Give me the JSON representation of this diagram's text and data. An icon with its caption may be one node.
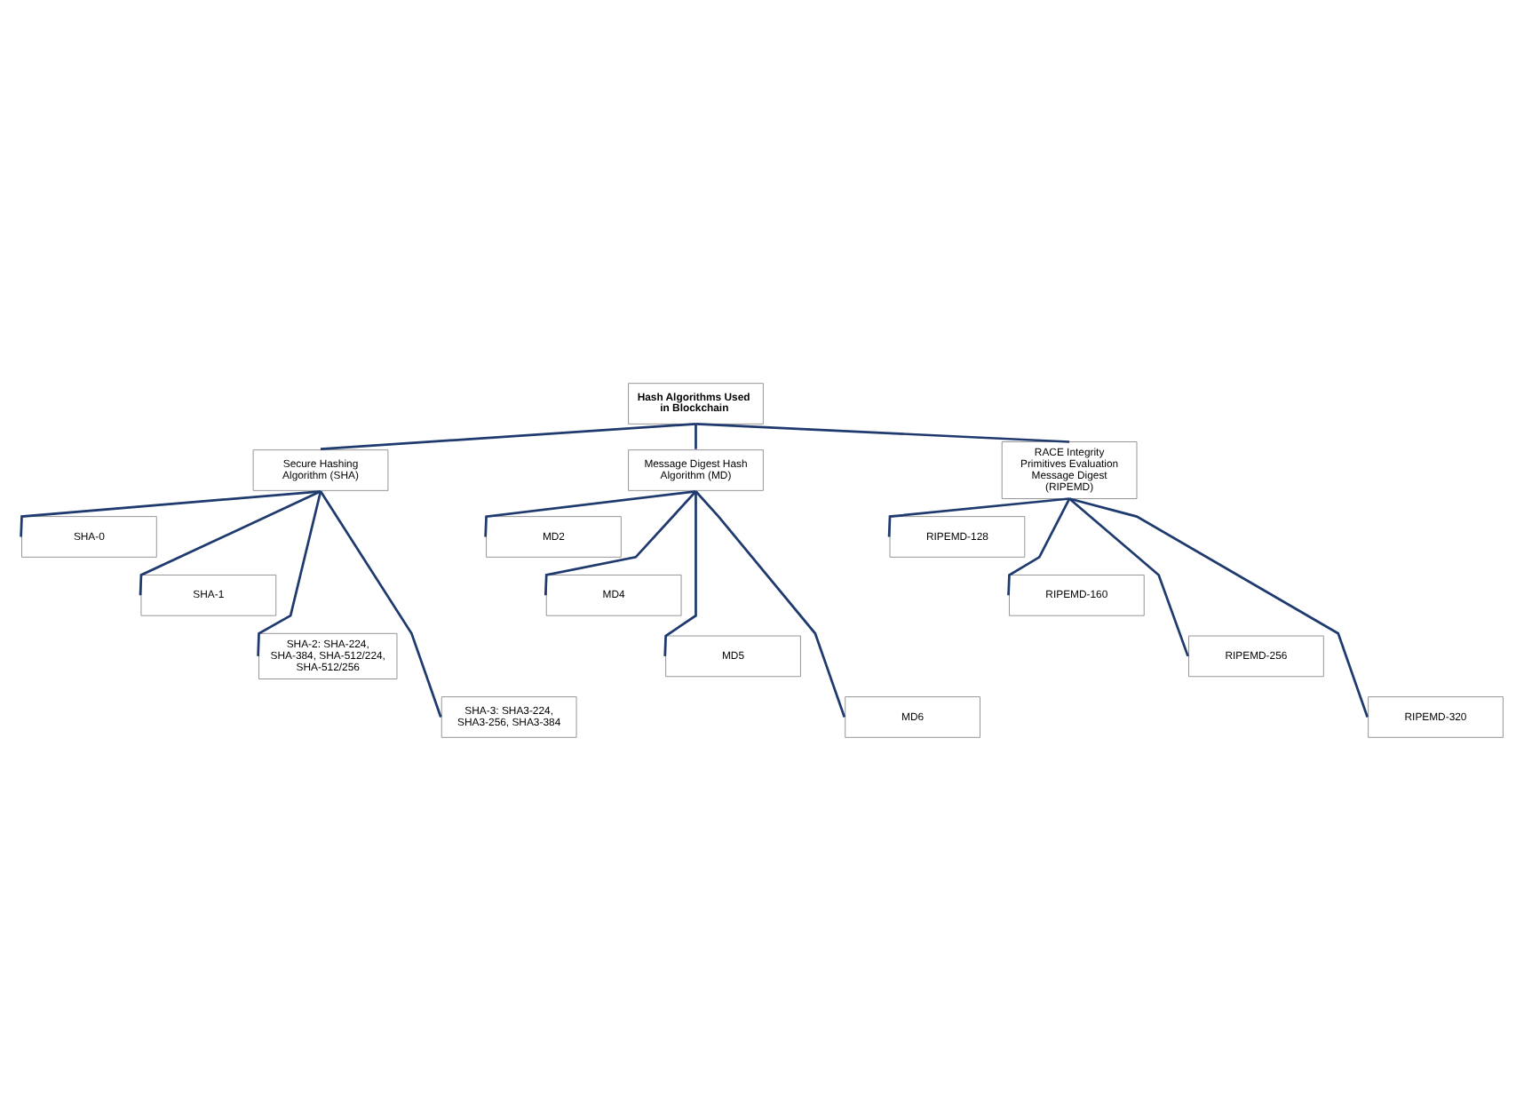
{
  "diagram": {
    "nodes": [
      {
        "text": [
          "Hash Algorithms Used in Blockchain"
        ]
      },
      {
        "text": [
          "Secure Hashing Algorithm (SHA)"
        ]
      },
      {
        "text": [
          "Message Digest Hash Algorithm (MD)"
        ]
      },
      {
        "text": [
          "RACE Integrity Primitives Evaluation Message Digest (RIPEMD)"
        ]
      },
      {
        "text": [
          "SHA-0"
        ]
      },
      {
        "text": [
          "SHA-1"
        ]
      },
      {
        "text": [
          "SHA-2: SHA-224, SHA-384, SHA-512/224, SHA-512/256"
        ]
      },
      {
        "text": [
          "SHA-3: SHA3-224, SHA3-256, SHA3-384"
        ]
      },
      {
        "text": [
          "MD2"
        ]
      },
      {
        "text": [
          "MD4"
        ]
      },
      {
        "text": [
          "MD5"
        ]
      },
      {
        "text": [
          "MD6"
        ]
      },
      {
        "text": [
          "RIPEMD-128"
        ]
      },
      {
        "text": [
          "RIPEMD-160"
        ]
      },
      {
        "text": [
          "RIPEMD-256"
        ]
      },
      {
        "text": [
          "RIPEMD-320"
        ]
      }
    ],
    "edges": [
      {
        "from": 0,
        "to": 1,
        "arrow": "none"
      },
      {
        "from": 0,
        "to": 2,
        "arrow": "none"
      },
      {
        "from": 0,
        "to": 3,
        "arrow": "none"
      },
      {
        "from": 1,
        "to": 4,
        "arrow": "none"
      },
      {
        "from": 1,
        "to": 5,
        "arrow": "none"
      },
      {
        "from": 1,
        "to": 6,
        "arrow": "none"
      },
      {
        "from": 1,
        "to": 7,
        "arrow": "none"
      },
      {
        "from": 2,
        "to": 8,
        "arrow": "none"
      },
      {
        "from": 2,
        "to": 9,
        "arrow": "none"
      },
      {
        "from": 2,
        "to": 10,
        "arrow": "none"
      },
      {
        "from": 2,
        "to": 11,
        "arrow": "none"
      },
      {
        "from": 3,
        "to": 12,
        "arrow": "none"
      },
      {
        "from": 3,
        "to": 13,
        "arrow": "none"
      },
      {
        "from": 3,
        "to": 14,
        "arrow": "none"
      },
      {
        "from": 3,
        "to": 15,
        "arrow": "none"
      }
    ]
  }
}
